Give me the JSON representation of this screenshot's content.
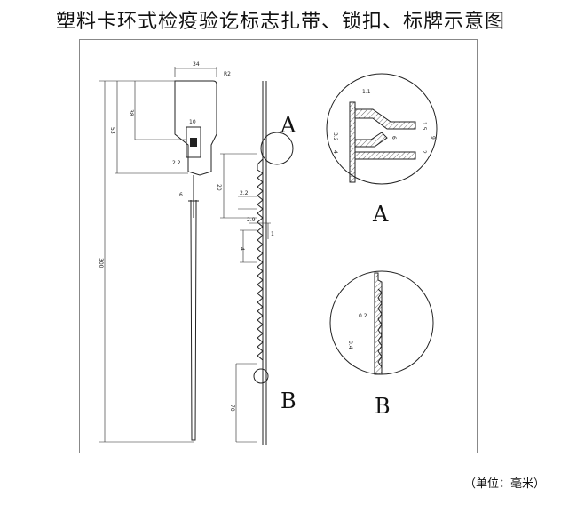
{
  "title": "塑料卡环式检疫验讫标志扎带、锁扣、标牌示意图",
  "unit_note": "（单位：毫米）",
  "dimensions": {
    "tag_width": "34",
    "corner": "R2",
    "tag_height": "53",
    "tag_inner": "38",
    "lock_10": "10",
    "lock_22": "2.2",
    "strap_width": "6",
    "strap_length": "300",
    "rack_20": "20",
    "rack_22": "2.2",
    "rack_29": "2.9",
    "rack_1": "1",
    "rack_4": "4",
    "tail_70": "70",
    "a_11": "1.1",
    "a_32": "3.2",
    "a_15": "1.5",
    "a_6": "6",
    "a_9": "9",
    "a_4": "4",
    "a_2": "2",
    "b_02": "0.2",
    "b_04": "0.4"
  },
  "labels": {
    "A": "A",
    "B": "B",
    "A_detail": "A",
    "B_detail": "B"
  }
}
